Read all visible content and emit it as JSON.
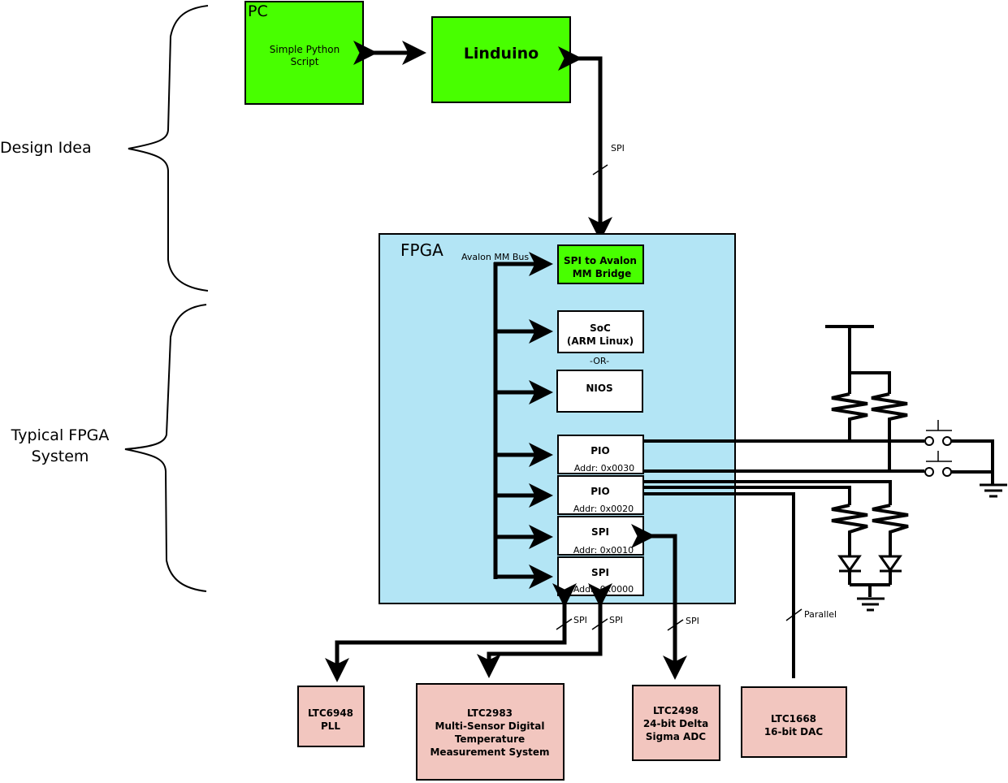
{
  "labels": {
    "design_idea": "Design Idea",
    "typical_fpga_1": "Typical FPGA",
    "typical_fpga_2": "System"
  },
  "pc": {
    "title": "PC",
    "line1": "Simple Python",
    "line2": "Script"
  },
  "linduino": {
    "title": "Linduino"
  },
  "fpga": {
    "title": "FPGA",
    "bus_label": "Avalon MM Bus",
    "bridge": {
      "line1": "SPI to Avalon",
      "line2": "MM Bridge"
    },
    "soc": {
      "line1": "SoC",
      "line2": "(ARM Linux)"
    },
    "or_label": "-OR-",
    "nios": {
      "title": "NIOS"
    },
    "peripherals": [
      {
        "name": "PIO",
        "addr": "Addr: 0x0030"
      },
      {
        "name": "PIO",
        "addr": "Addr: 0x0020"
      },
      {
        "name": "SPI",
        "addr": "Addr: 0x0010"
      },
      {
        "name": "SPI",
        "addr": "Addr: 0x0000"
      }
    ]
  },
  "links": {
    "spi_top": "SPI",
    "spi_pll": "SPI",
    "spi_temp": "SPI",
    "spi_adc": "SPI",
    "parallel": "Parallel"
  },
  "devices": [
    {
      "line1": "LTC6948",
      "line2": "PLL"
    },
    {
      "line1": "LTC2983",
      "line2": "Multi-Sensor Digital",
      "line3": "Temperature",
      "line4": "Measurement System"
    },
    {
      "line1": "LTC2498",
      "line2": "24-bit Delta",
      "line3": "Sigma ADC"
    },
    {
      "line1": "LTC1668",
      "line2": "16-bit DAC"
    }
  ],
  "colors": {
    "green": "#48FF00",
    "fpga_blue": "#B3E5F5",
    "device_pink": "#F2C6BF"
  }
}
